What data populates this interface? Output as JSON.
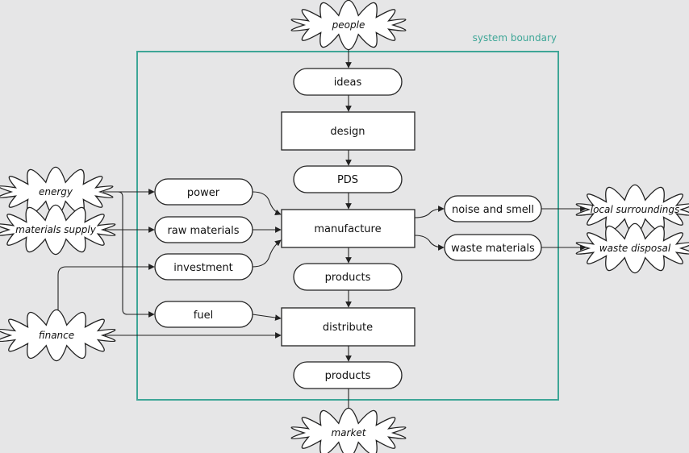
{
  "colors": {
    "boundary": "#3ea697",
    "background": "#e6e6e7"
  },
  "boundary": {
    "label": "system boundary"
  },
  "clouds": {
    "people": "people",
    "energy": "energy",
    "materials_supply": "materials supply",
    "finance": "finance",
    "local_surroundings": "local surroundings",
    "waste_disposal": "waste disposal",
    "market": "market"
  },
  "nodes": {
    "ideas": "ideas",
    "design": "design",
    "pds": "PDS",
    "power": "power",
    "raw_materials": "raw materials",
    "investment": "investment",
    "manufacture": "manufacture",
    "noise_and_smell": "noise and smell",
    "waste_materials": "waste materials",
    "products_1": "products",
    "fuel": "fuel",
    "distribute": "distribute",
    "products_2": "products"
  }
}
